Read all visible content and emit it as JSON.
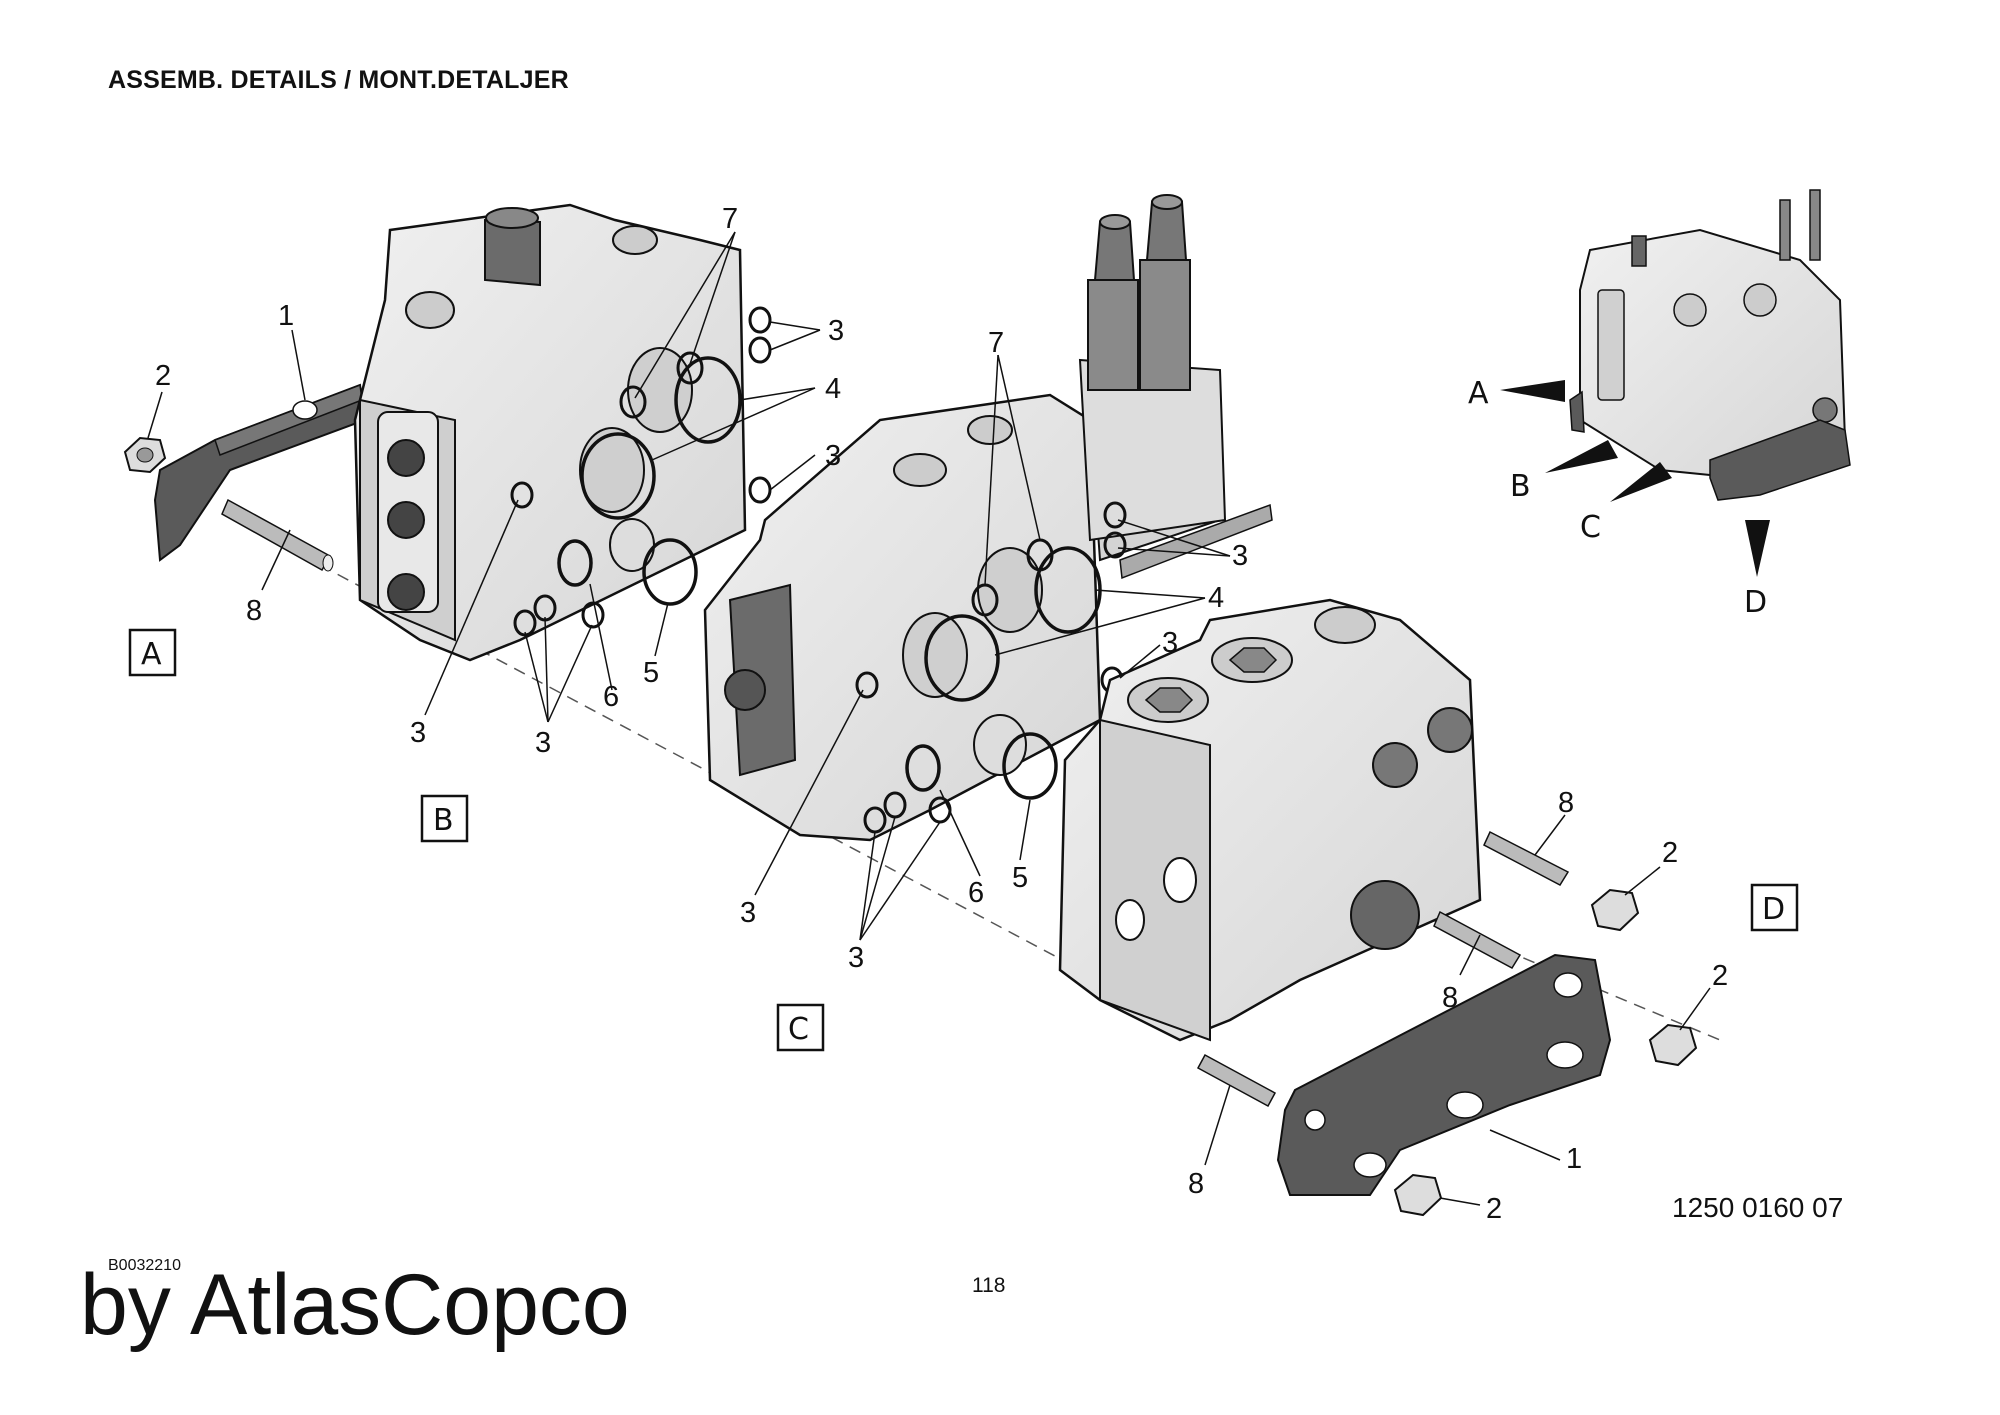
{
  "header": {
    "title": "ASSEMB. DETAILS / MONT.DETALJER"
  },
  "footer": {
    "doc_id": "B0032210",
    "brand": "by AtlasCopco",
    "page_number": "118",
    "drawing_number": "1250 0160 07"
  },
  "diagram": {
    "callouts": [
      "1",
      "2",
      "8",
      "7",
      "3",
      "3",
      "4",
      "3",
      "3",
      "3",
      "6",
      "5",
      "7",
      "3",
      "4",
      "3",
      "3",
      "3",
      "6",
      "5",
      "3",
      "8",
      "2",
      "8",
      "2",
      "8",
      "1",
      "2"
    ],
    "section_boxes": [
      "A",
      "B",
      "C",
      "D"
    ],
    "overview_labels": [
      "A",
      "B",
      "C",
      "D"
    ]
  },
  "colors": {
    "ink": "#111111",
    "casting": "#e4e4e4",
    "shade": "#c9c9c9",
    "bracket": "#595959"
  }
}
